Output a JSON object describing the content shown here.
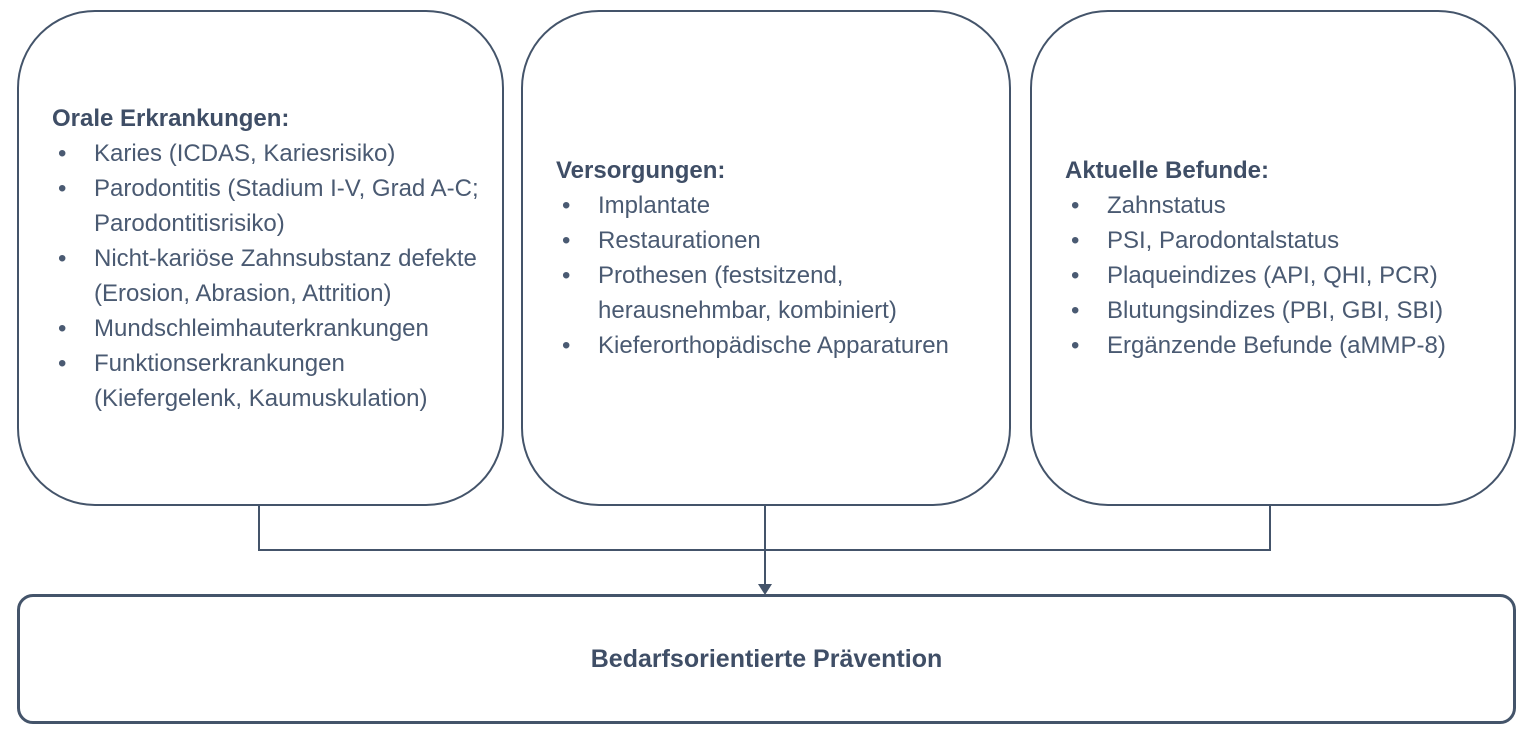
{
  "diagram": {
    "boxes": [
      {
        "title": "Orale Erkrankungen:",
        "items": [
          "Karies (ICDAS, Kariesrisiko)",
          "Parodontitis (Stadium I-V, Grad A-C; Parodontitisrisiko)",
          "Nicht-kariöse Zahnsubstanz defekte (Erosion, Abrasion, Attrition)",
          "Mundschleimhauterkrankungen",
          "Funktionserkrankungen (Kiefergelenk, Kaumuskulation)"
        ]
      },
      {
        "title": "Versorgungen:",
        "items": [
          "Implantate",
          "Restaurationen",
          "Prothesen (festsitzend, herausnehmbar, kombiniert)",
          "Kieferorthopädische Apparaturen"
        ]
      },
      {
        "title": "Aktuelle Befunde:",
        "items": [
          "Zahnstatus",
          "PSI, Parodontalstatus",
          "Plaqueindizes (API, QHI, PCR)",
          "Blutungsindizes (PBI, GBI, SBI)",
          "Ergänzende Befunde (aMMP-8)"
        ]
      }
    ],
    "result_box": {
      "label": "Bedarfsorientierte Prävention"
    },
    "colors": {
      "line": "#44546A",
      "title_text": "#3F4E66",
      "body_text": "#4A5A72",
      "background": "#ffffff"
    }
  }
}
